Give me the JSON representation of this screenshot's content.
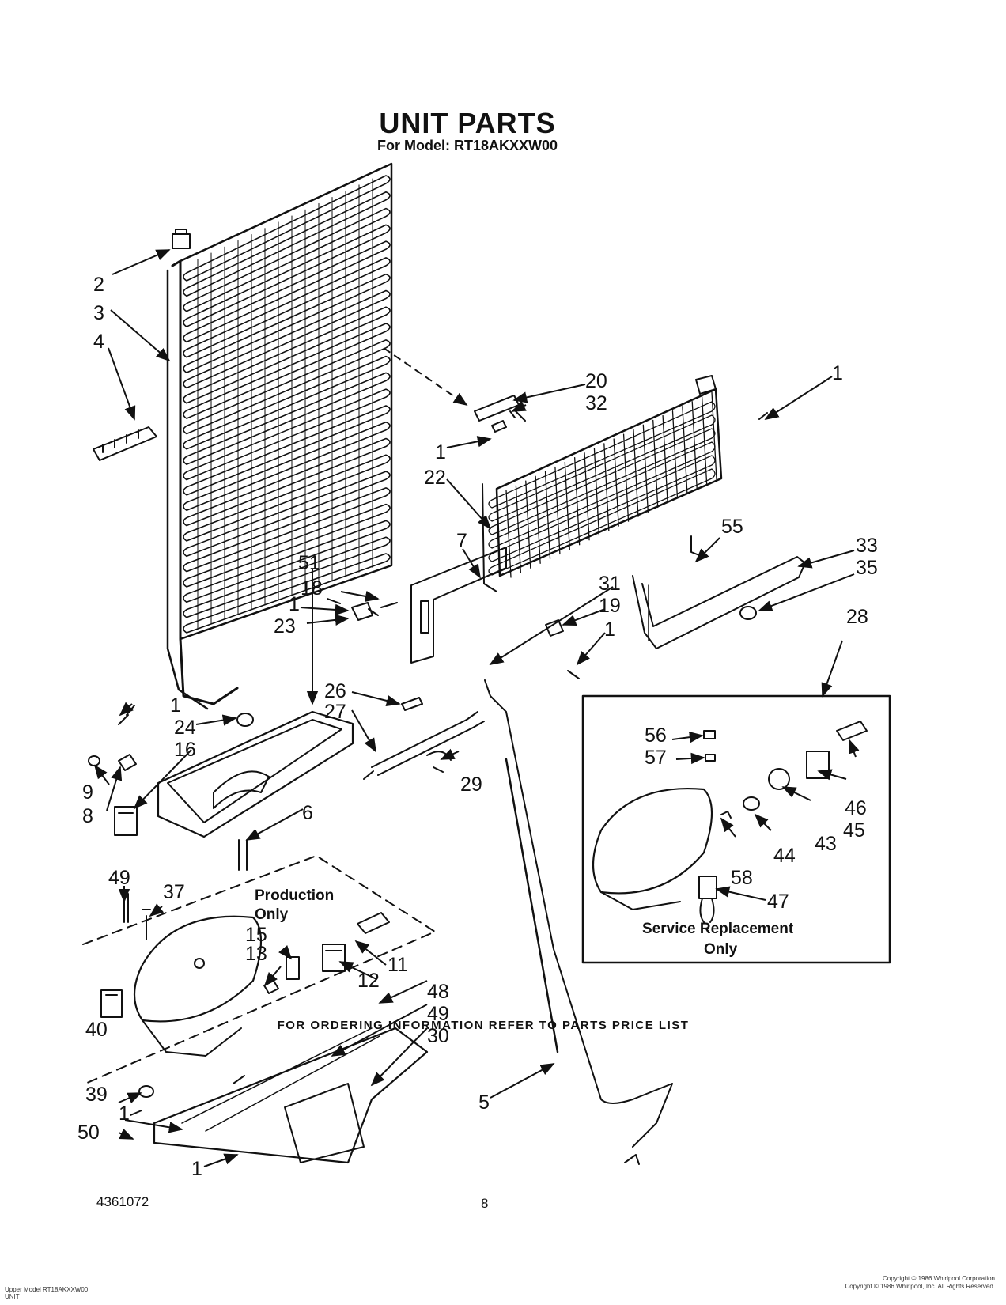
{
  "title": "UNIT PARTS",
  "subtitle": "For Model: RT18AKXXW00",
  "callouts": {
    "n1": "1",
    "n2": "2",
    "n3": "3",
    "n4": "4",
    "n5": "5",
    "n6": "6",
    "n7": "7",
    "n8": "8",
    "n9": "9",
    "n11": "11",
    "n12": "12",
    "n13": "13",
    "n15": "15",
    "n16": "16",
    "n18": "18",
    "n19": "19",
    "n20": "20",
    "n22": "22",
    "n23": "23",
    "n24": "24",
    "n26": "26",
    "n27": "27",
    "n28": "28",
    "n29": "29",
    "n30": "30",
    "n31": "31",
    "n32": "32",
    "n33": "33",
    "n35": "35",
    "n37": "37",
    "n39": "39",
    "n40": "40",
    "n43": "43",
    "n44": "44",
    "n45": "45",
    "n46": "46",
    "n47": "47",
    "n48": "48",
    "n49": "49",
    "n50": "50",
    "n51": "51",
    "n55": "55",
    "n56": "56",
    "n57": "57",
    "n58": "58"
  },
  "notes": {
    "production_line1": "Production",
    "production_line2": "Only",
    "service_line1": "Service Replacement",
    "service_line2": "Only"
  },
  "footer": "FOR ORDERING INFORMATION REFER TO PARTS PRICE LIST",
  "doc_number": "4361072",
  "page_number": "8",
  "fine_print_left": [
    "Upper Model RT18AKXXW00",
    "UNIT"
  ],
  "fine_print_right": [
    "Copyright © 1986 Whirlpool Corporation",
    "Copyright © 1986 Whirlpool, Inc. All Rights Reserved."
  ]
}
